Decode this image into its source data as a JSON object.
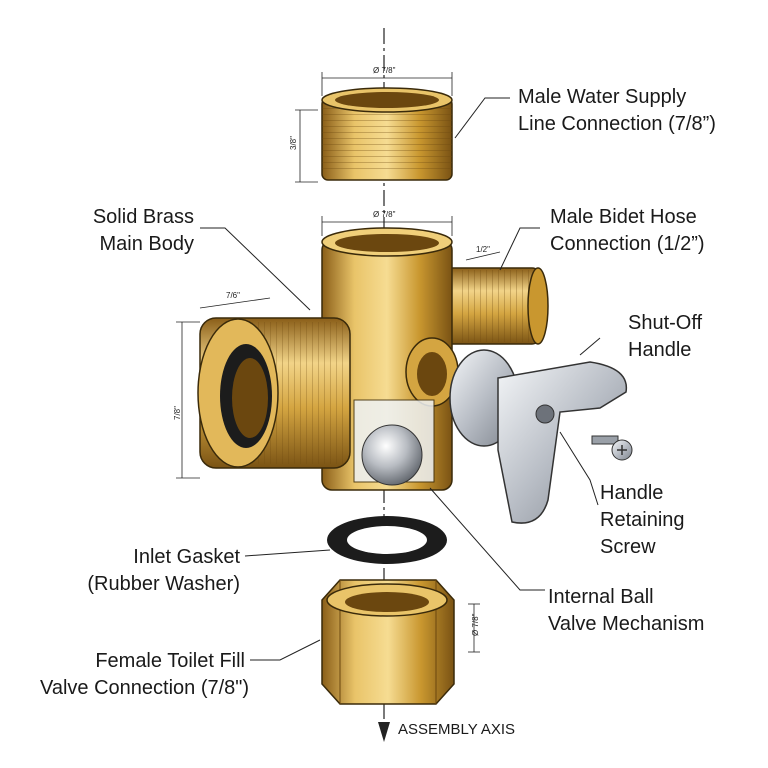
{
  "labels": {
    "supply": [
      "Male Water Supply",
      "Line Connection (7/8”)"
    ],
    "body": [
      "Solid Brass",
      "Main Body"
    ],
    "bidet": [
      "Male Bidet Hose",
      "Connection (1/2”)"
    ],
    "handle": [
      "Shut-Off",
      "Handle"
    ],
    "screw": [
      "Handle",
      "Retaining",
      "Screw"
    ],
    "gasket": [
      "Inlet Gasket",
      "(Rubber Washer)"
    ],
    "ball": [
      "Internal Ball",
      "Valve Mechanism"
    ],
    "female": [
      "Female Toilet Fill",
      "Valve Connection (7/8\")"
    ],
    "axis": "ASSEMBLY AXIS"
  },
  "dimensions": {
    "top_diameter": "Ø 7/8\"",
    "top_height": "3/8\"",
    "body_diameter": "Ø 7/8\"",
    "side_port": "1/2\"",
    "left_length": "7/6\"",
    "left_height": "7/8\"",
    "nut_diameter": "Ø 7/8\""
  },
  "colors": {
    "brass_light": "#f0cf7a",
    "brass_mid": "#c9972f",
    "brass_dark": "#7a5314",
    "chrome": "#c8ccd2",
    "rubber": "#1c1c1c",
    "line": "#222222"
  }
}
